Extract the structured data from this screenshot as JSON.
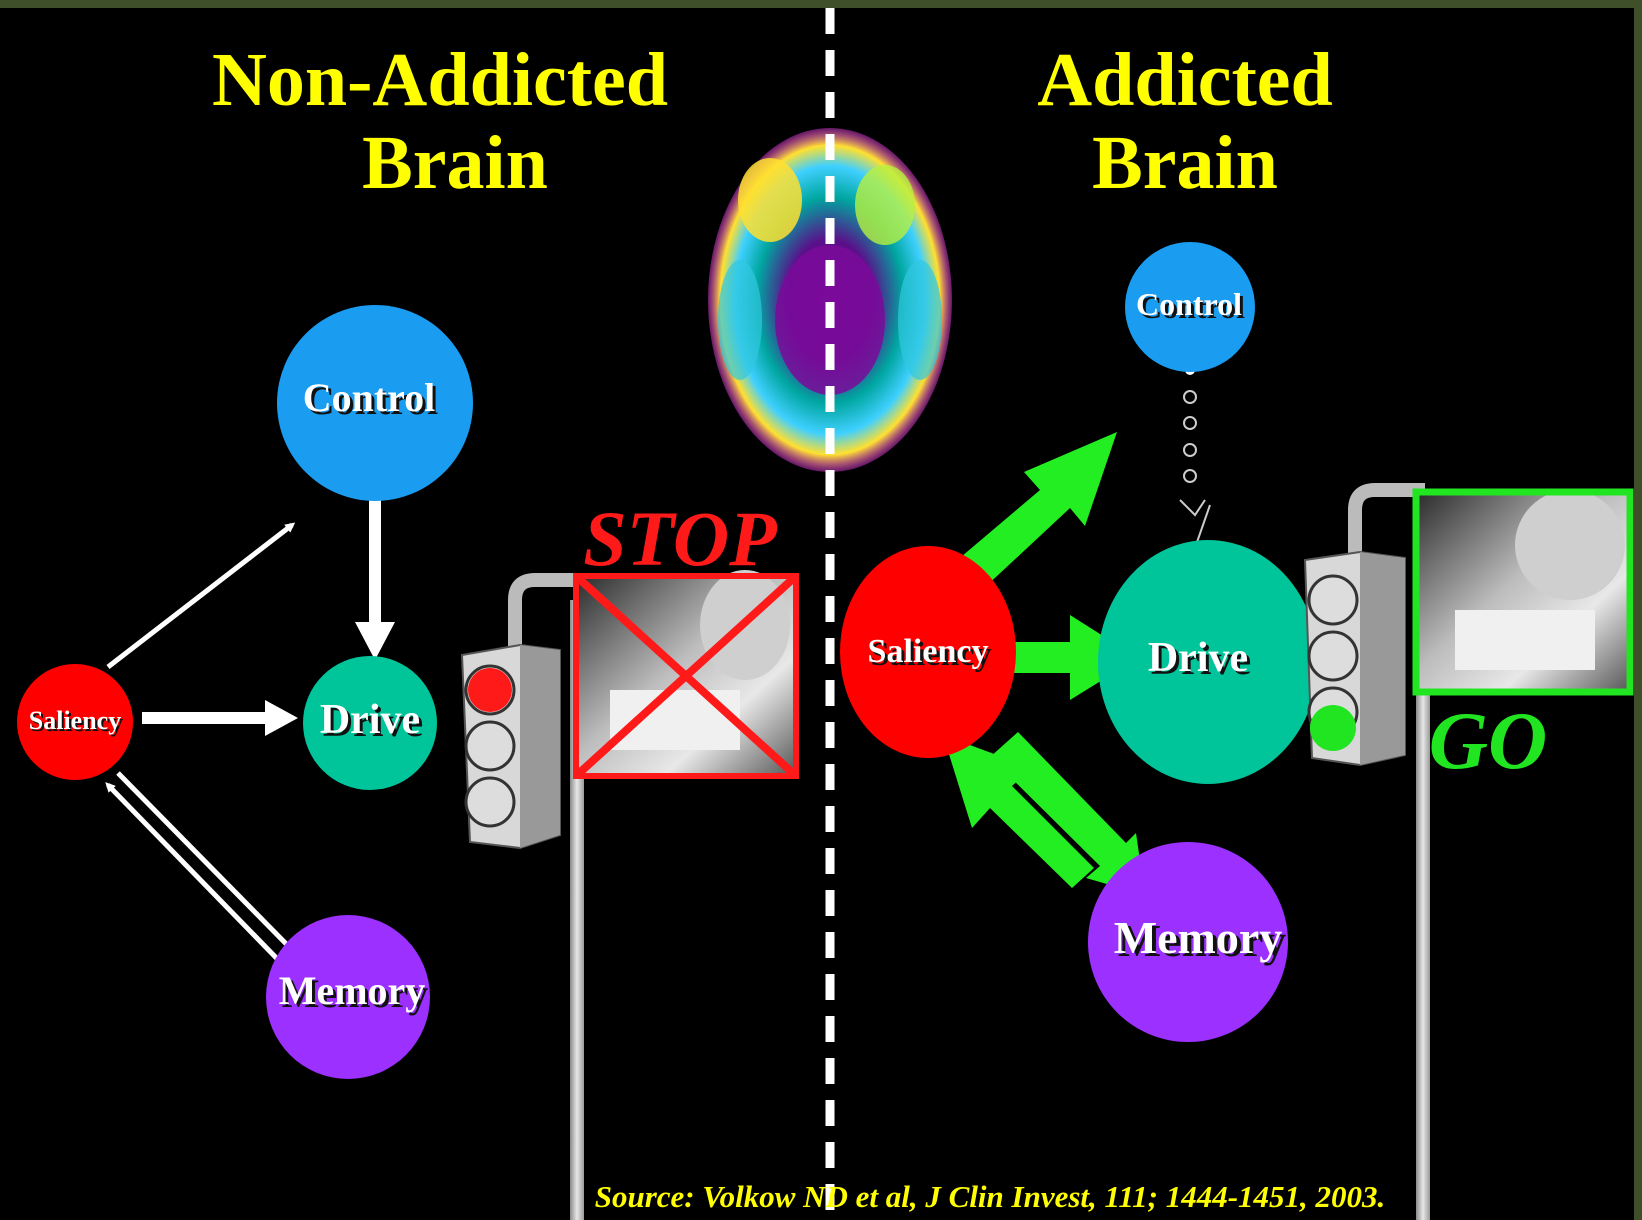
{
  "left_panel": {
    "title_line1": "Non-Addicted",
    "title_line2": "Brain",
    "nodes": {
      "control": "Control",
      "drive": "Drive",
      "saliency": "Saliency",
      "memory": "Memory"
    },
    "signal_label": "STOP",
    "light_state": "red"
  },
  "right_panel": {
    "title_line1": "Addicted",
    "title_line2": "Brain",
    "nodes": {
      "control": "Control",
      "drive": "Drive",
      "saliency": "Saliency",
      "memory": "Memory"
    },
    "signal_label": "GO",
    "light_state": "green"
  },
  "source": "Source: Volkow ND et al, J Clin Invest, 111; 1444-1451, 2003.",
  "colors": {
    "title": "#ffff00",
    "control": "#1a9cf0",
    "drive": "#00c49a",
    "saliency": "#ff0000",
    "memory": "#9b30ff",
    "stop": "#ff1a1a",
    "go": "#22e522",
    "green_arrow": "#22ee22"
  }
}
